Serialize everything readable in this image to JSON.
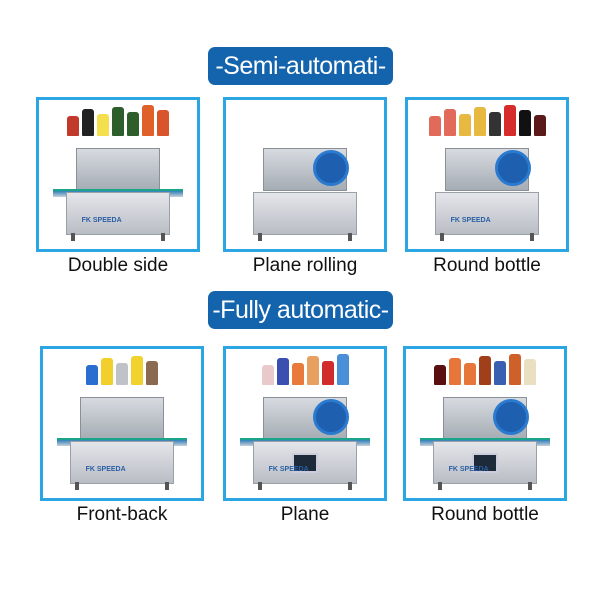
{
  "sections": [
    {
      "title": "-Semi-automati-",
      "items": [
        {
          "label": "Double side",
          "logo": "FK SPEEDA",
          "products": [
            "#c0392b",
            "#222222",
            "#f4e04d",
            "#2e5e2a",
            "#2e5e2a",
            "#e0602a",
            "#d9532b"
          ]
        },
        {
          "label": "Plane rolling",
          "logo": "",
          "products": []
        },
        {
          "label": "Round bottle",
          "logo": "FK SPEEDA",
          "products": [
            "#e26a5a",
            "#e26a5a",
            "#e8b940",
            "#e8b940",
            "#333333",
            "#d72c2c",
            "#111111",
            "#5a1a1a"
          ]
        }
      ]
    },
    {
      "title": "-Fully automatic-",
      "items": [
        {
          "label": "Front-back",
          "logo": "FK SPEEDA",
          "products": [
            "#2a6fd0",
            "#f2cf2c",
            "#bfc3c8",
            "#f1d22e",
            "#8a6a50"
          ]
        },
        {
          "label": "Plane",
          "logo": "FK SPEEDA",
          "products": [
            "#e9c9c9",
            "#3b4fb0",
            "#e87a3c",
            "#e8a060",
            "#d12b2b",
            "#4a90d9"
          ]
        },
        {
          "label": "Round bottle",
          "logo": "FK SPEEDA",
          "products": [
            "#5a1010",
            "#e6763a",
            "#e6763a",
            "#a0401a",
            "#3a5fb0",
            "#d0602a",
            "#e8e0c0"
          ]
        }
      ]
    }
  ],
  "colors": {
    "banner": "#1463ad",
    "frame": "#2ba6e2"
  }
}
